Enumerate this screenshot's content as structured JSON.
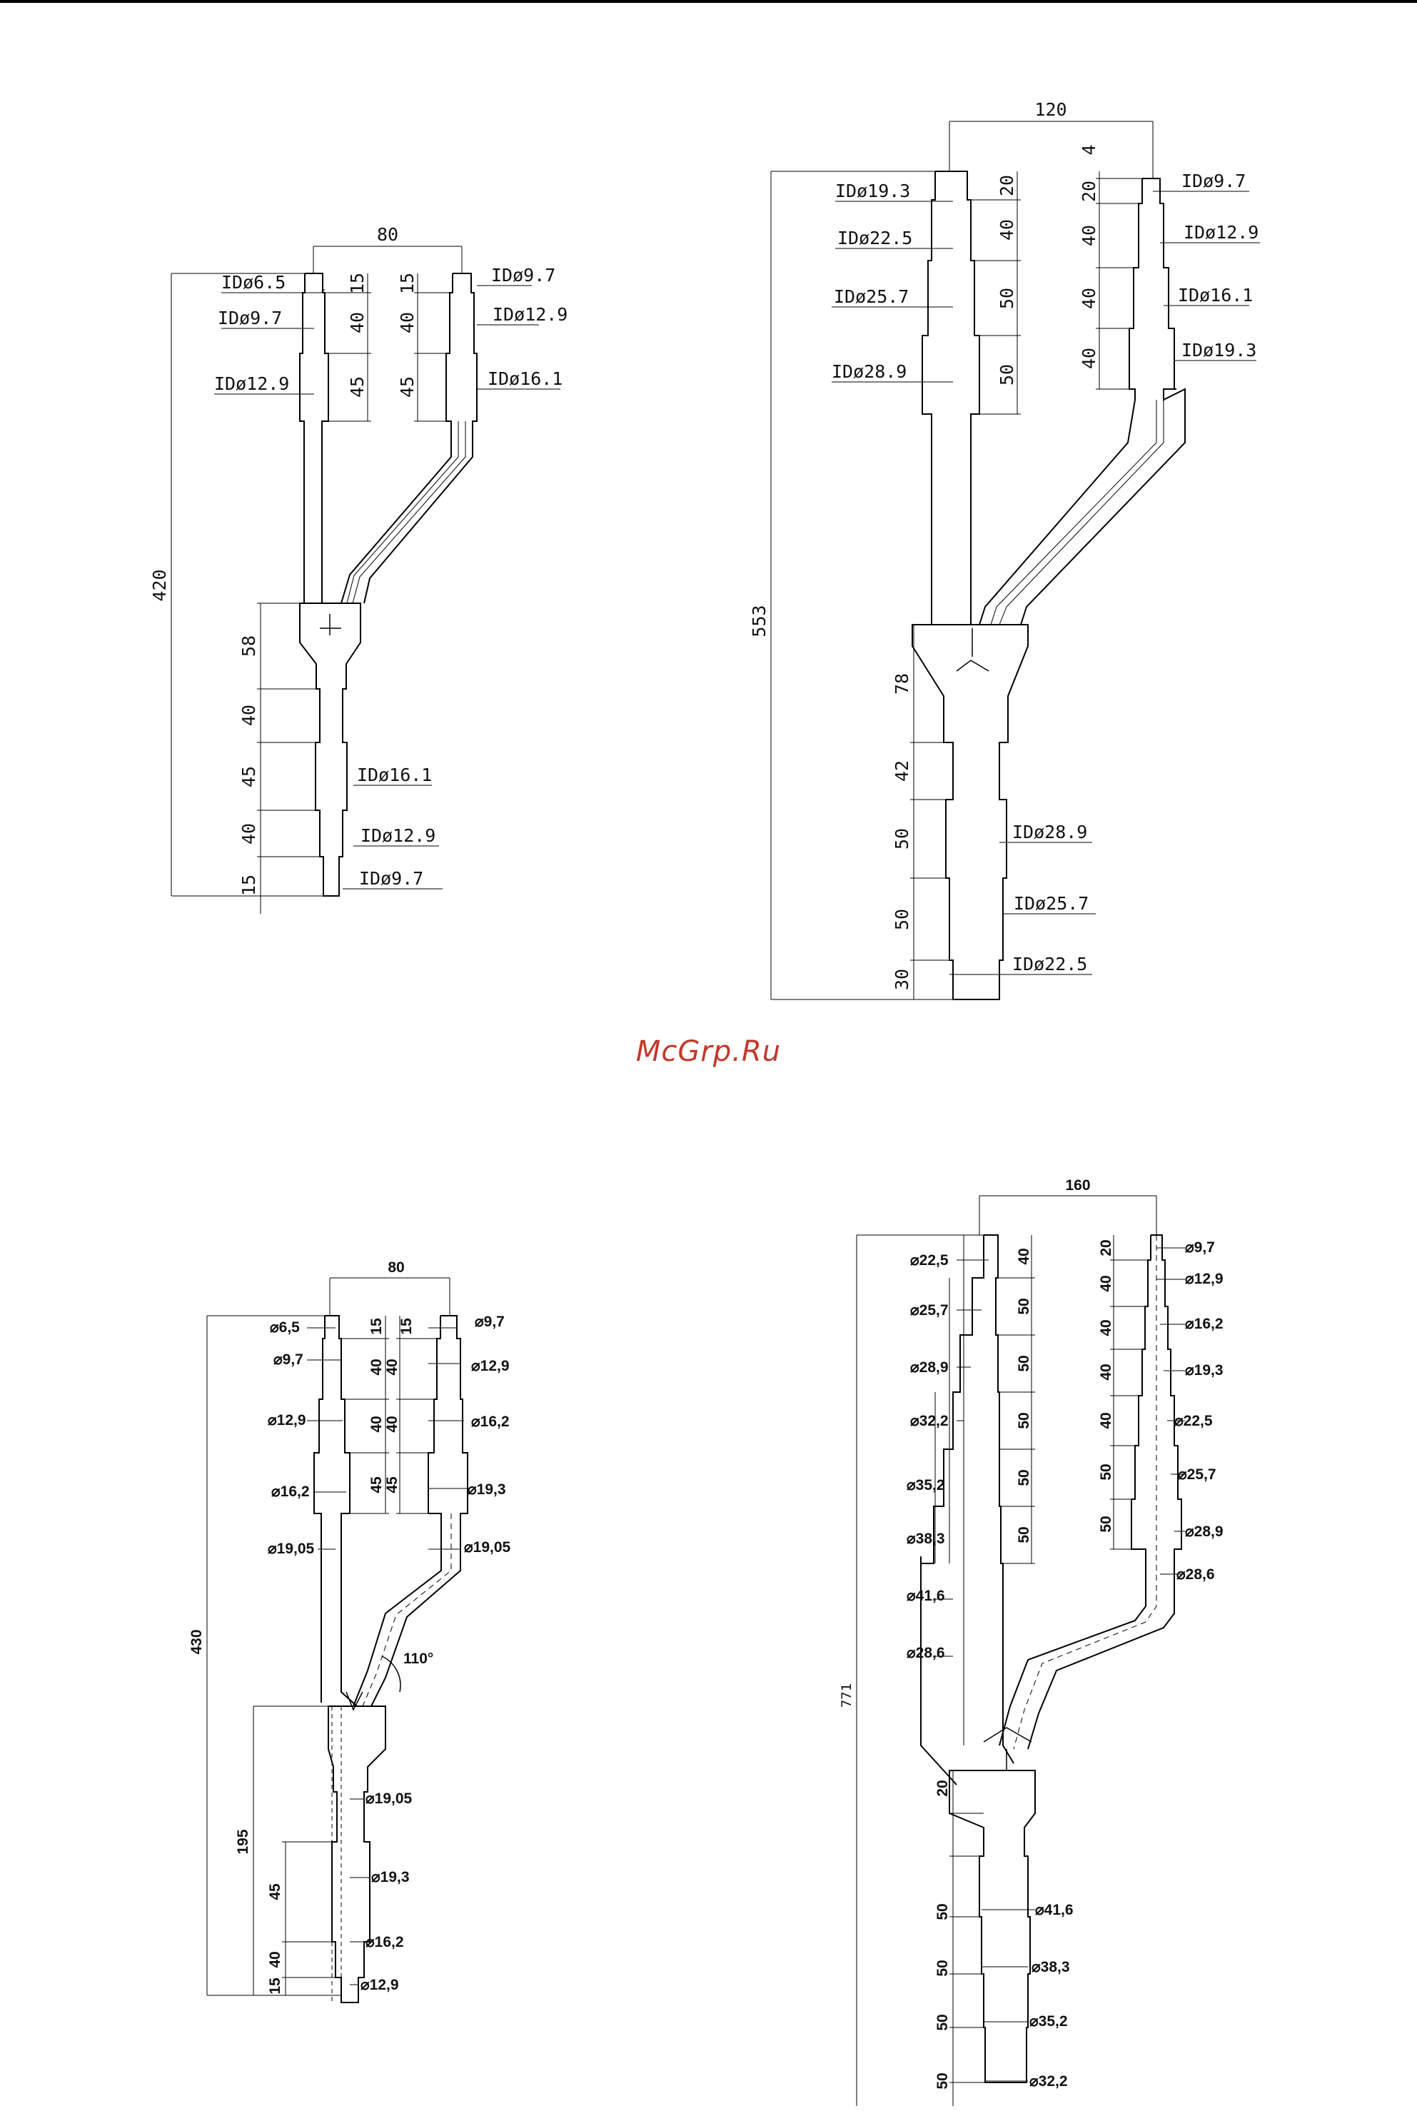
{
  "watermark": "McGrp.Ru",
  "watermark_color": "#c0392b",
  "diagram1": {
    "top_width": "80",
    "overall_length": "420",
    "left_branch": {
      "dims": [
        "15",
        "40",
        "45"
      ],
      "labels": [
        "IDø6.5",
        "IDø9.7",
        "IDø12.9"
      ]
    },
    "right_branch": {
      "dims": [
        "15",
        "40",
        "45"
      ],
      "labels": [
        "IDø9.7",
        "IDø12.9",
        "IDø16.1"
      ]
    },
    "stem": {
      "dims": [
        "58",
        "40",
        "45",
        "40",
        "15"
      ],
      "labels": [
        "IDø16.1",
        "IDø12.9",
        "IDø9.7"
      ]
    }
  },
  "diagram2": {
    "top_width": "120",
    "overall_length": "553",
    "left_branch": {
      "dims": [
        "20",
        "40",
        "50",
        "50"
      ],
      "labels": [
        "IDø19.3",
        "IDø22.5",
        "IDø25.7",
        "IDø28.9"
      ]
    },
    "right_branch": {
      "dims": [
        "4",
        "20",
        "40",
        "40",
        "40"
      ],
      "labels": [
        "IDø9.7",
        "IDø12.9",
        "IDø16.1",
        "IDø19.3"
      ]
    },
    "stem": {
      "dims": [
        "78",
        "42",
        "50",
        "50",
        "30"
      ],
      "labels": [
        "IDø28.9",
        "IDø25.7",
        "IDø22.5"
      ]
    }
  },
  "diagram3": {
    "top_width": "80",
    "overall_length": "430",
    "lower_length": "195",
    "angle": "110°",
    "left_branch": {
      "dims": [
        "15",
        "40",
        "40",
        "45"
      ],
      "labels": [
        "⌀6,5",
        "⌀9,7",
        "⌀12,9",
        "⌀16,2",
        "⌀19,05"
      ]
    },
    "right_branch": {
      "dims": [
        "15",
        "40",
        "40",
        "45"
      ],
      "labels": [
        "⌀9,7",
        "⌀12,9",
        "⌀16,2",
        "⌀19,3",
        "⌀19,05"
      ]
    },
    "stem": {
      "dims": [
        "45",
        "40",
        "15"
      ],
      "labels": [
        "⌀19,05",
        "⌀19,3",
        "⌀16,2",
        "⌀12,9"
      ]
    }
  },
  "diagram4": {
    "top_width": "160",
    "overall_length": "771",
    "left_branch": {
      "dims": [
        "40",
        "50",
        "50",
        "50",
        "50",
        "50"
      ],
      "labels": [
        "⌀22,5",
        "⌀25,7",
        "⌀28,9",
        "⌀32,2",
        "⌀35,2",
        "⌀38,3",
        "⌀41,6",
        "⌀28,6"
      ]
    },
    "right_branch": {
      "dims": [
        "20",
        "40",
        "40",
        "40",
        "40",
        "50",
        "50"
      ],
      "labels": [
        "⌀9,7",
        "⌀12,9",
        "⌀16,2",
        "⌀19,3",
        "⌀22,5",
        "⌀25,7",
        "⌀28,9",
        "⌀28,6"
      ]
    },
    "stem": {
      "dims": [
        "20",
        "50",
        "50",
        "50",
        "50"
      ],
      "labels": [
        "⌀41,6",
        "⌀38,3",
        "⌀35,2",
        "⌀32,2"
      ]
    }
  }
}
